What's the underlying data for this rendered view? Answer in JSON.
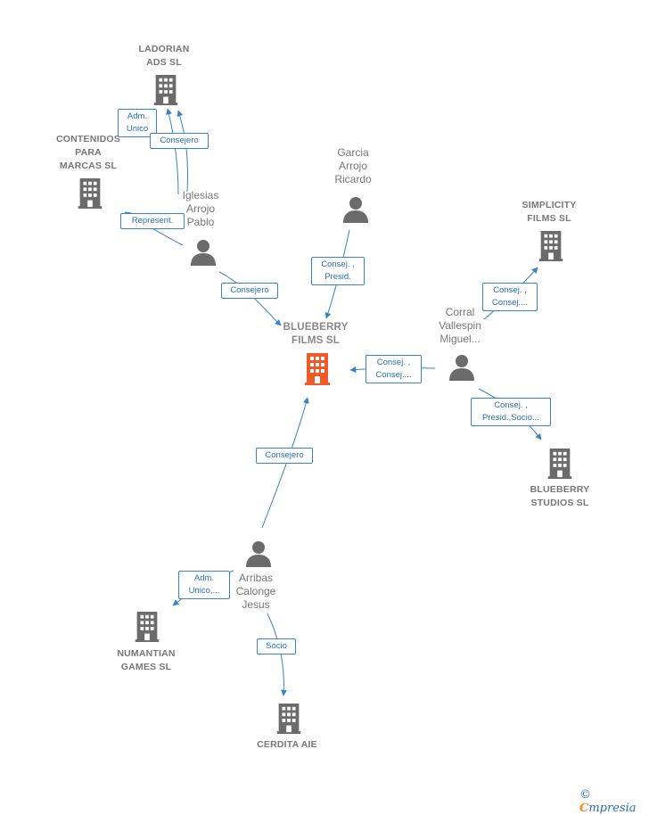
{
  "nodes": {
    "blueberry_films": {
      "label": "BLUEBERRY\nFILMS  SL"
    },
    "ladorian": {
      "label": "LADORIAN\nADS  SL"
    },
    "contenidos": {
      "label": "CONTENIDOS\nPARA\nMARCAS SL"
    },
    "simplicity": {
      "label": "SIMPLICITY\nFILMS SL"
    },
    "blueberry_studios": {
      "label": "BLUEBERRY\nSTUDIOS SL"
    },
    "numantian": {
      "label": "NUMANTIAN\nGAMES  SL"
    },
    "cerdita": {
      "label": "CERDITA AIE"
    },
    "iglesias": {
      "label": "Iglesias\nArrojo\nPablo"
    },
    "garcia": {
      "label": "Garcia\nArrojo\nRicardo"
    },
    "corral": {
      "label": "Corral\nVallespin\nMiguel..."
    },
    "arribas": {
      "label": "Arribas\nCalonge\nJesus"
    }
  },
  "edges": {
    "iglesias_ladorian_adm": "Adm.\nUnico",
    "iglesias_ladorian_consejero": "Consejero",
    "iglesias_contenidos": "Represent.",
    "iglesias_blueberry": "Consejero",
    "garcia_blueberry": "Consej. ,\nPresid.",
    "corral_simplicity": "Consej. ,\nConsej....",
    "corral_blueberry": "Consej. ,\nConsej....",
    "corral_studios": "Consej. ,\nPresid.,Socio...",
    "arribas_blueberry": "Consejero",
    "arribas_numantian": "Adm.\nUnico,...",
    "arribas_cerdita": "Socio"
  },
  "colors": {
    "main_company": "#f05a28",
    "company": "#6b6b6b",
    "person": "#6b6b6b",
    "edge": "#3b82c4"
  },
  "footer": {
    "copyright": "©",
    "brand_first": "C",
    "brand_rest": "mpresia"
  }
}
